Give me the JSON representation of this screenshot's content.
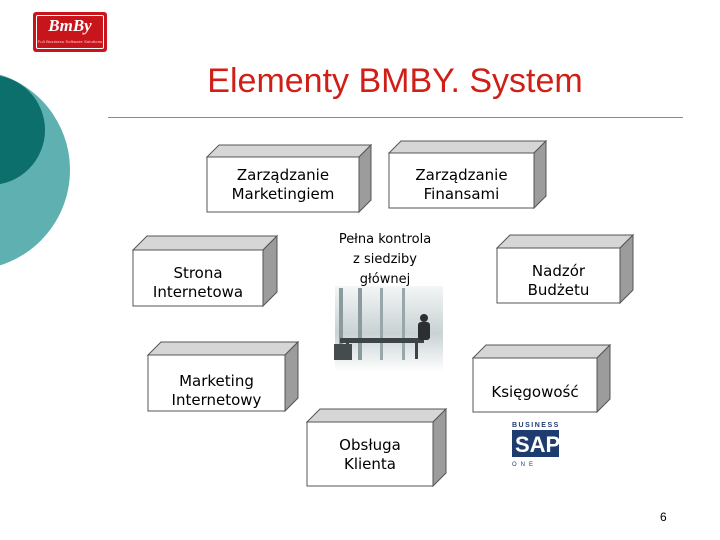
{
  "header": {
    "logo_text": "BmBy",
    "logo_tagline": "Full Business Software Solutions",
    "title": "Elementy BMBY. System"
  },
  "nodes": {
    "marketing": "Zarządzanie\nMarketingiem",
    "finance": "Zarządzanie\nFinansami",
    "website": "Strona\nInternetowa",
    "center": "Pełna kontrola\nz siedziby\ngłównej",
    "budget": "Nadzór\nBudżetu",
    "internet_marketing": "Marketing\nInternetowy",
    "accounting": "Księgowość",
    "customer_service": "Obsługa\nKlienta"
  },
  "partner_logo": {
    "top": "BUSINESS",
    "main": "SAP",
    "bottom": "ONE"
  },
  "footer": {
    "page_number": "6"
  },
  "colors": {
    "title": "#d01f17",
    "teal_dark": "#0d6f6b",
    "teal_light": "#5fb1b1",
    "box_front": "#ffffff",
    "box_top": "#d6d6d6",
    "box_side": "#9c9c9c"
  }
}
